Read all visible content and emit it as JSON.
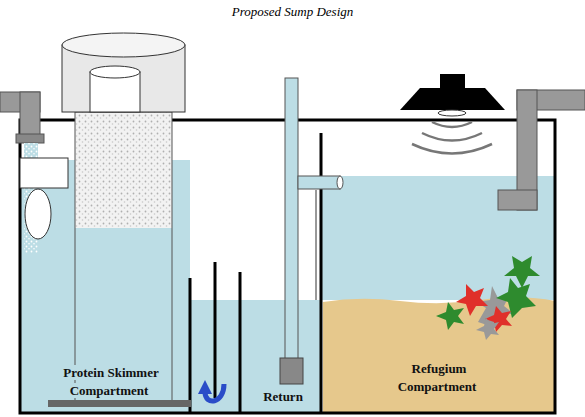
{
  "diagram": {
    "title": "Proposed Sump Design",
    "nodes": [
      {
        "text": [
          "Protein Skimmer Compartment"
        ]
      },
      {
        "text": [
          "Return"
        ]
      },
      {
        "text": [
          "Refugium Compartment"
        ]
      }
    ]
  }
}
